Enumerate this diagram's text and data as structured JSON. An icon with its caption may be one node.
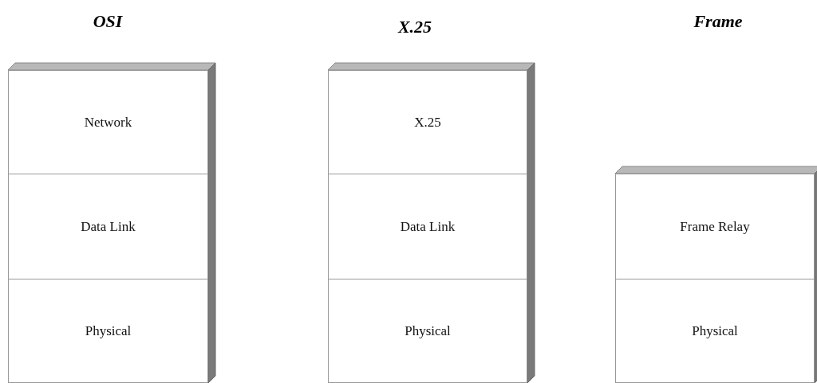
{
  "diagram": {
    "nodes": [
      {
        "text": [
          "Network"
        ]
      },
      {
        "text": [
          "Data Link"
        ]
      },
      {
        "text": [
          "Physical"
        ]
      },
      {
        "text": [
          "X.25"
        ]
      },
      {
        "text": [
          "Data Link"
        ]
      },
      {
        "text": [
          "Physical"
        ]
      },
      {
        "text": [
          "Frame Relay"
        ]
      },
      {
        "text": [
          "Physical"
        ]
      }
    ],
    "labels": [
      "OSI",
      "X.25",
      "Frame"
    ]
  }
}
